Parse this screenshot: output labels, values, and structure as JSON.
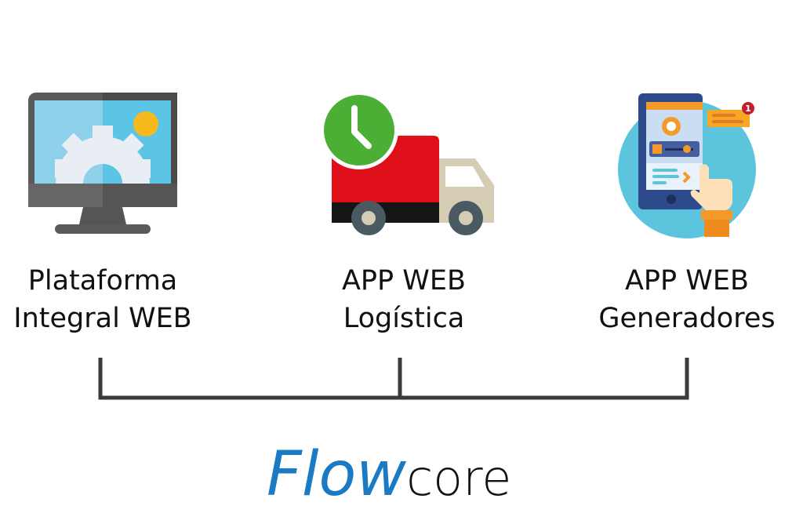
{
  "items": [
    {
      "icon": "monitor-gear-icon",
      "line1": "Plataforma",
      "line2": "Integral WEB"
    },
    {
      "icon": "delivery-truck-clock-icon",
      "line1": "APP WEB",
      "line2": "Logística"
    },
    {
      "icon": "mobile-app-touch-icon",
      "line1": "APP WEB",
      "line2": "Generadores"
    }
  ],
  "logo": {
    "part1": "Flow",
    "part2": "core"
  },
  "notification_count": "1",
  "colors": {
    "brand_blue": "#1a7ac4",
    "bracket": "#3a3a3a",
    "truck_red": "#e0101a",
    "clock_green": "#4caf35"
  }
}
